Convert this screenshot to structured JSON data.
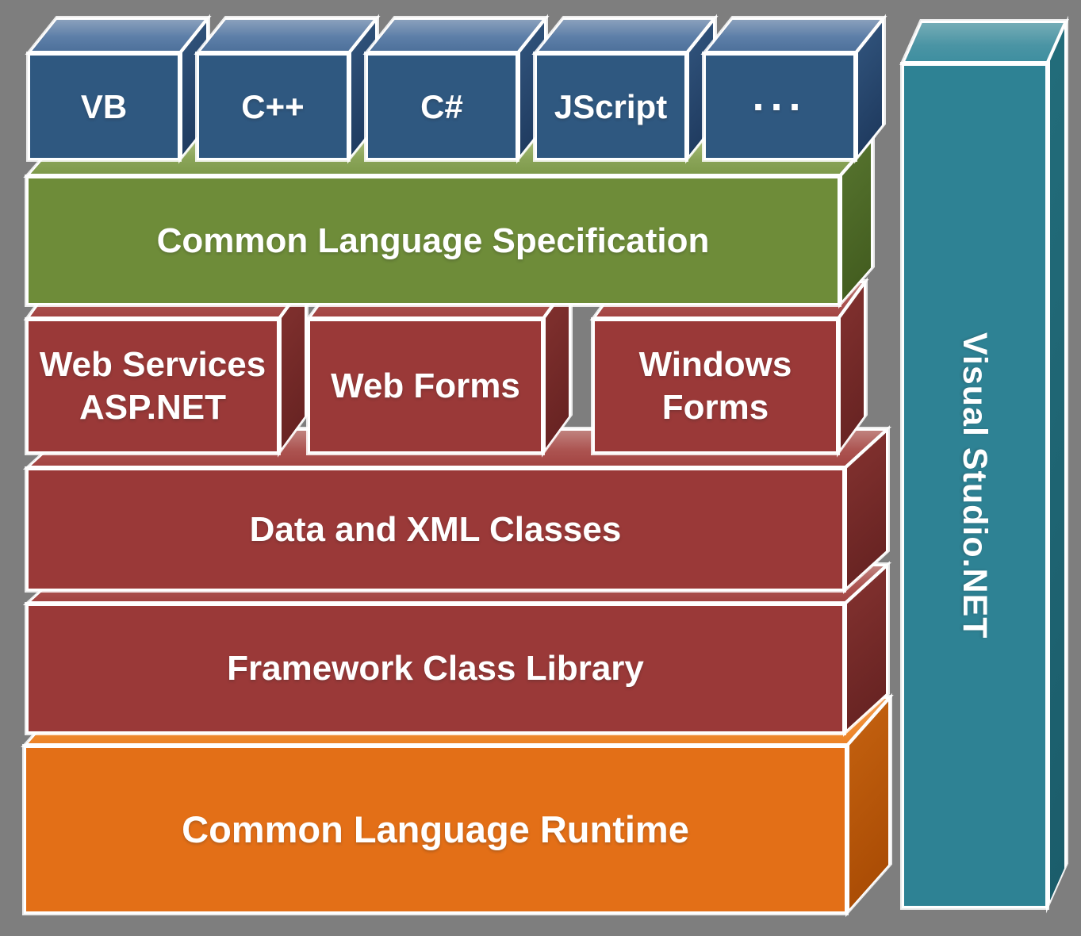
{
  "colors": {
    "background": "#7E7E7E",
    "language_box": "#2F5880",
    "specification_bar": "#6E8C39",
    "framework_box": "#9A3938",
    "runtime_bar": "#E36F17",
    "studio_bar": "#2E8294",
    "label_text": "#FFFFFF"
  },
  "languages": [
    {
      "label": "VB"
    },
    {
      "label": "C++"
    },
    {
      "label": "C#"
    },
    {
      "label": "JScript"
    },
    {
      "label": "···"
    }
  ],
  "specification": {
    "label": "Common Language Specification"
  },
  "app_models": [
    {
      "lines": [
        "Web Services",
        "ASP.NET"
      ]
    },
    {
      "lines": [
        "Web Forms"
      ]
    },
    {
      "lines": [
        "Windows",
        "Forms"
      ]
    }
  ],
  "class_layers": [
    {
      "label": "Data and XML Classes"
    },
    {
      "label": "Framework Class Library"
    }
  ],
  "runtime": {
    "label": "Common Language Runtime"
  },
  "studio": {
    "label": "Visual Studio.NET"
  }
}
